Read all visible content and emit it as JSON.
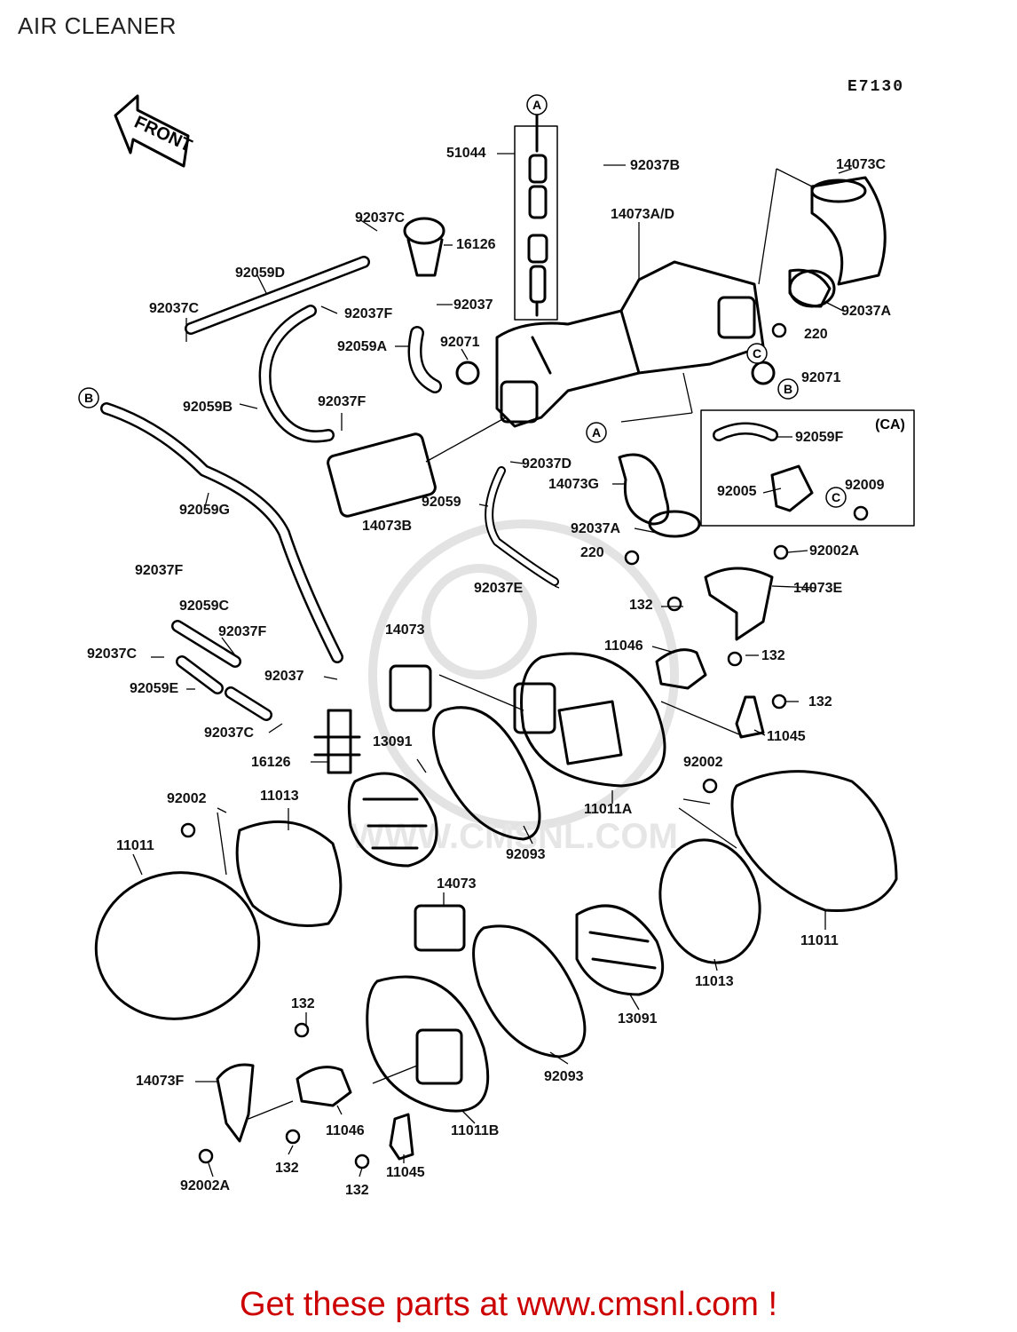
{
  "page": {
    "title": "AIR CLEANER",
    "diagram_code": "E7130",
    "promo_text": "Get these parts at www.cmsnl.com !",
    "watermark_text": "WWW.CMSNL.COM"
  },
  "front_arrow_label": "FRONT",
  "callouts": [
    "A",
    "B",
    "C",
    "(CA)"
  ],
  "part_labels": [
    "51044",
    "92037B",
    "14073C",
    "92037C",
    "16126",
    "92059D",
    "14073A/D",
    "92037C",
    "92037F",
    "92037",
    "92037A",
    "92059A",
    "92071",
    "220",
    "92071",
    "92059B",
    "92037F",
    "92059F",
    "92037D",
    "14073G",
    "92005",
    "92009",
    "14073B",
    "92059",
    "92059G",
    "92037A",
    "220",
    "92002A",
    "92037E",
    "14073E",
    "92037F",
    "92059C",
    "132",
    "14073",
    "92037F",
    "11046",
    "132",
    "92037C",
    "92037",
    "132",
    "92059E",
    "11045",
    "92037C",
    "13091",
    "16126",
    "92002",
    "11011A",
    "92002",
    "11013",
    "11011",
    "92093",
    "14073",
    "11011",
    "11013",
    "132",
    "13091",
    "92093",
    "14073F",
    "11046",
    "11011B",
    "132",
    "11045",
    "92002A",
    "132"
  ]
}
